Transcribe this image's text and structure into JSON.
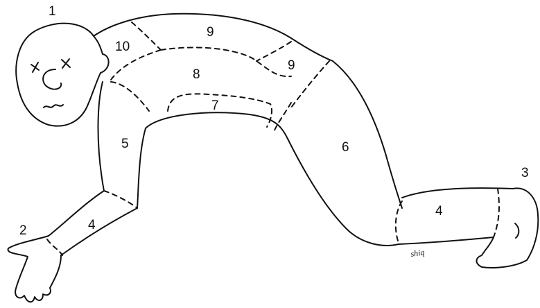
{
  "labels": {
    "head_marker": "1",
    "hand_marker": "2",
    "foot_marker": "3",
    "forearm": "4",
    "lower_leg": "4",
    "upper_arm": "5",
    "thigh": "6",
    "lower_back": "7",
    "mid_back": "8",
    "upper_back": "9",
    "hip_back": "9",
    "neck": "10"
  },
  "signature": "shiq"
}
